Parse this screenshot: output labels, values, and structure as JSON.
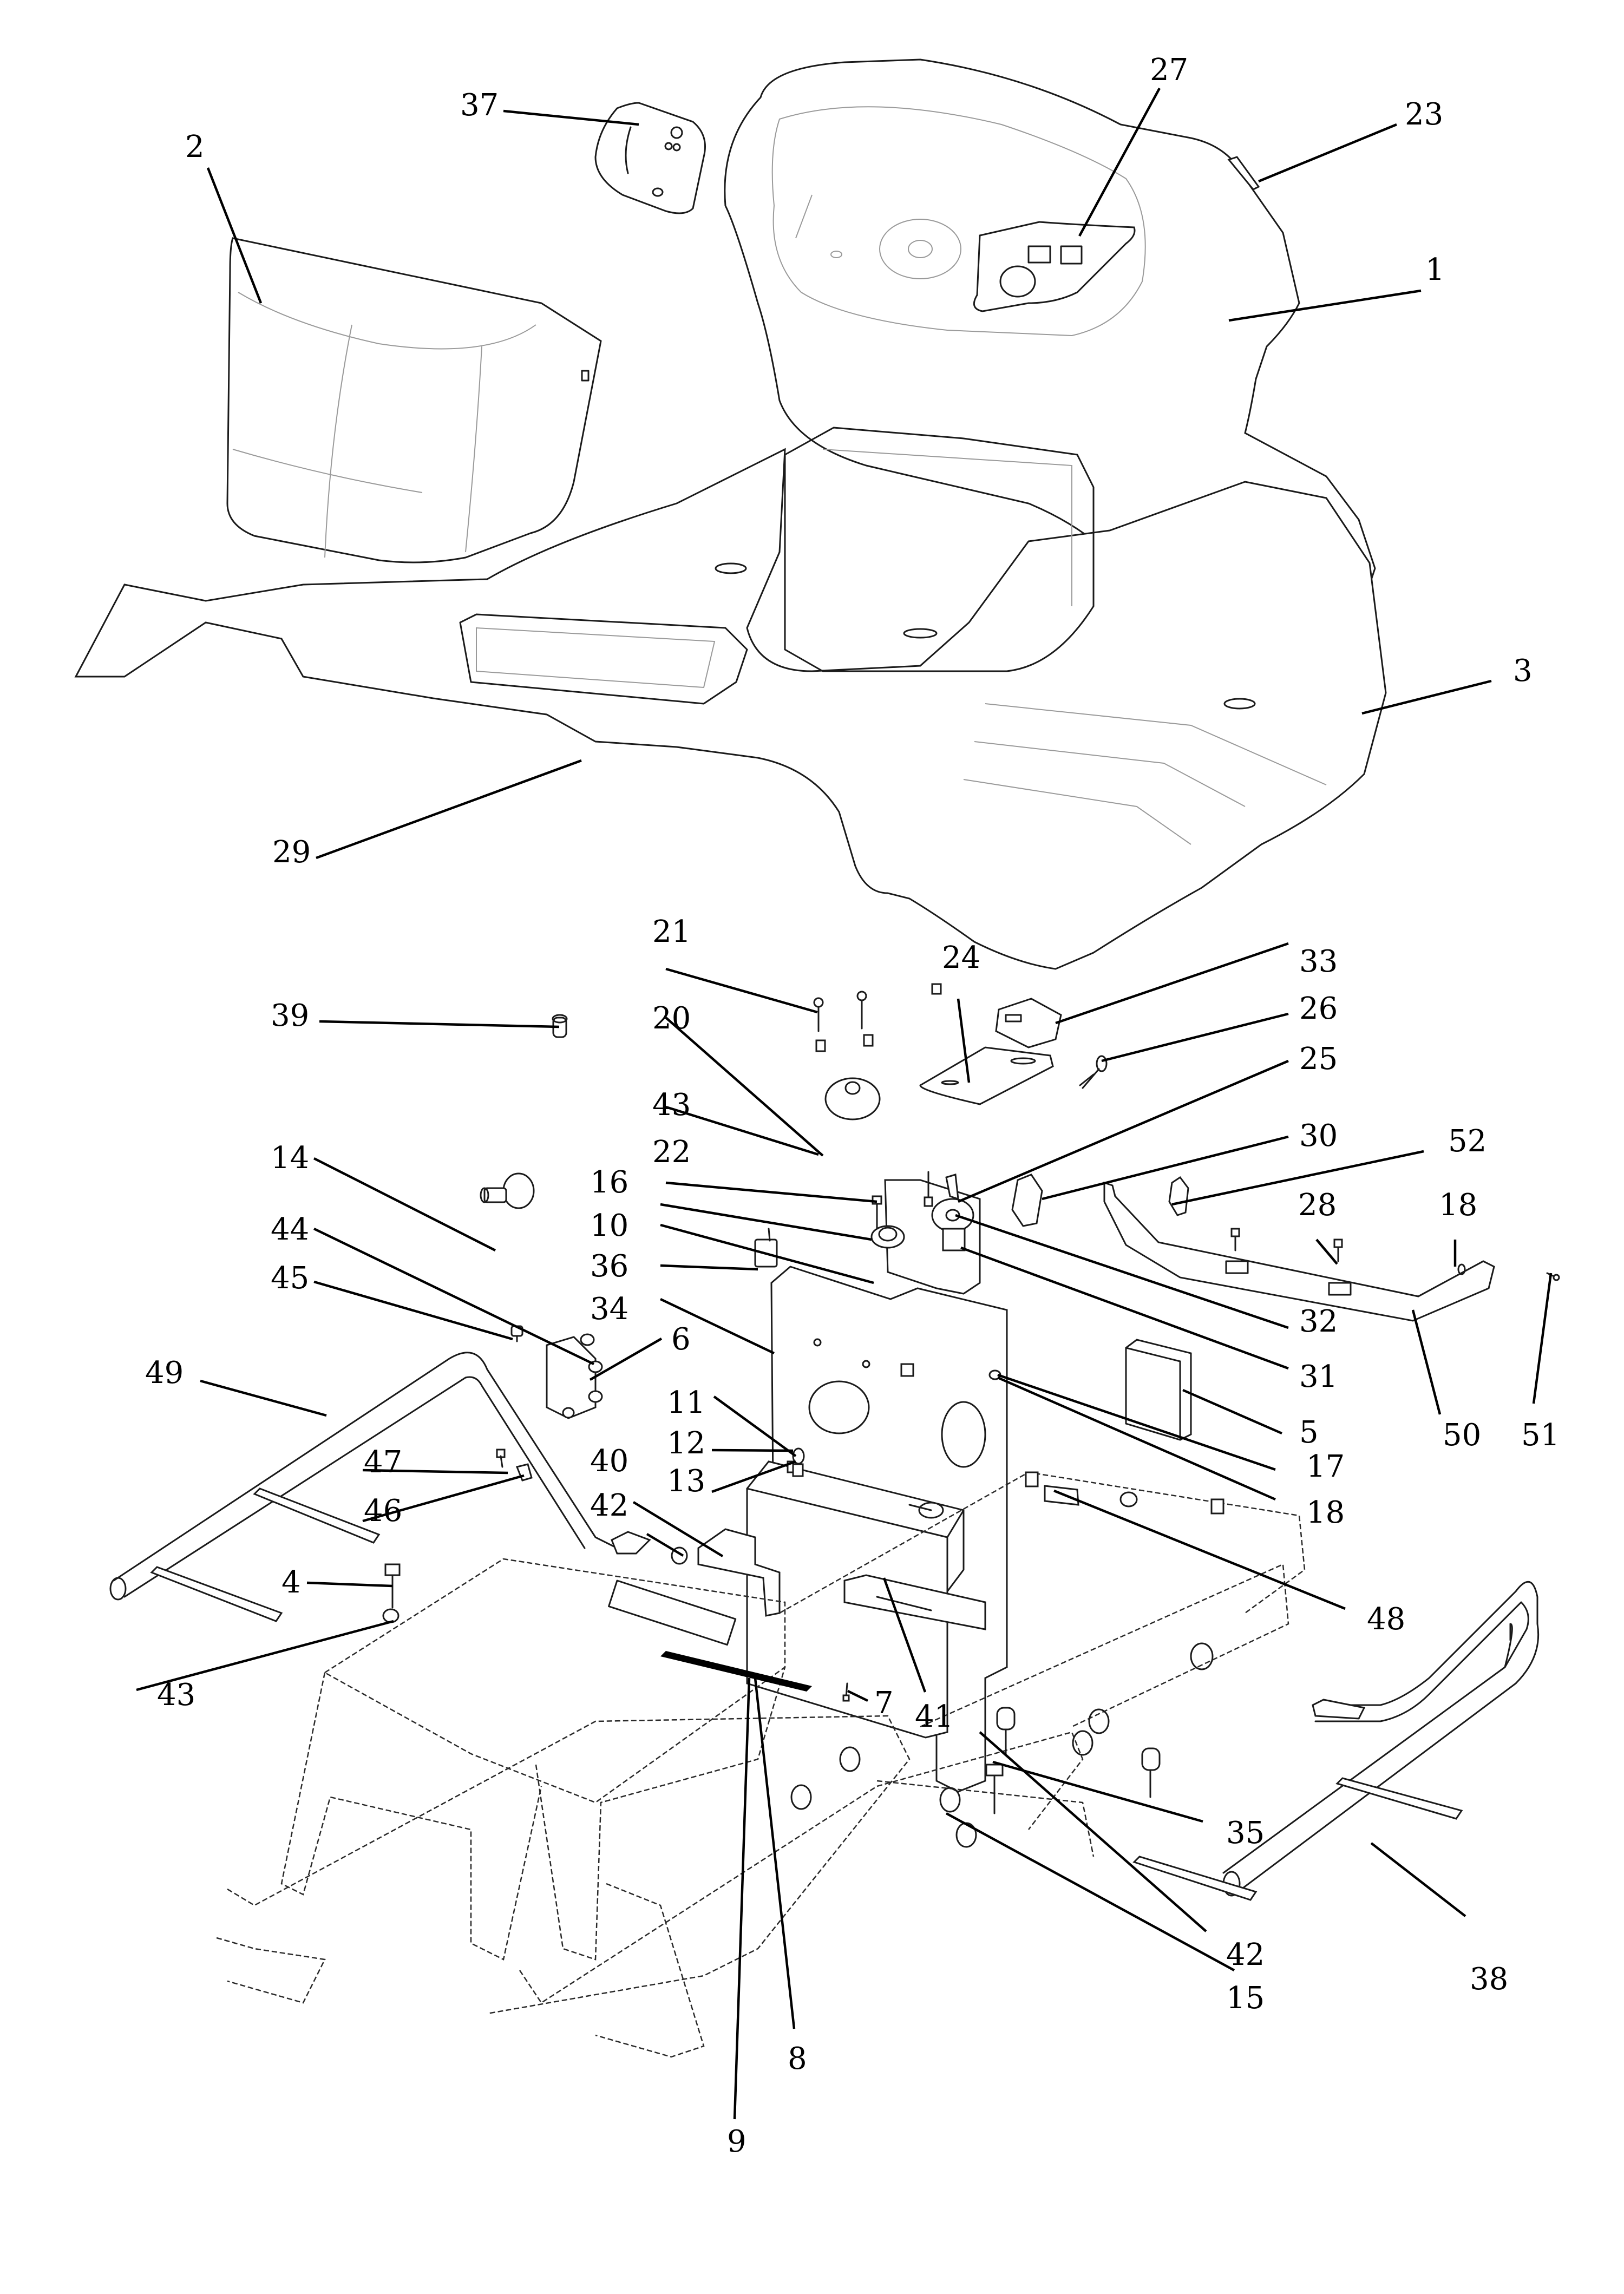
{
  "diagram": {
    "type": "exploded-parts-diagram",
    "subject": "Riding mower body, seat pan, dashboard and frame assembly",
    "callouts": [
      {
        "id": "c1",
        "label": "1"
      },
      {
        "id": "c2",
        "label": "2"
      },
      {
        "id": "c3",
        "label": "3"
      },
      {
        "id": "c4",
        "label": "4"
      },
      {
        "id": "c5",
        "label": "5"
      },
      {
        "id": "c6",
        "label": "6"
      },
      {
        "id": "c7",
        "label": "7"
      },
      {
        "id": "c8",
        "label": "8"
      },
      {
        "id": "c9",
        "label": "9"
      },
      {
        "id": "c10",
        "label": "10"
      },
      {
        "id": "c11",
        "label": "11"
      },
      {
        "id": "c12",
        "label": "12"
      },
      {
        "id": "c13",
        "label": "13"
      },
      {
        "id": "c14",
        "label": "14"
      },
      {
        "id": "c15",
        "label": "15"
      },
      {
        "id": "c16",
        "label": "16"
      },
      {
        "id": "c17",
        "label": "17"
      },
      {
        "id": "c18a",
        "label": "18"
      },
      {
        "id": "c18b",
        "label": "18"
      },
      {
        "id": "c20",
        "label": "20"
      },
      {
        "id": "c21",
        "label": "21"
      },
      {
        "id": "c22",
        "label": "22"
      },
      {
        "id": "c23",
        "label": "23"
      },
      {
        "id": "c24",
        "label": "24"
      },
      {
        "id": "c25",
        "label": "25"
      },
      {
        "id": "c26",
        "label": "26"
      },
      {
        "id": "c27",
        "label": "27"
      },
      {
        "id": "c28",
        "label": "28"
      },
      {
        "id": "c29",
        "label": "29"
      },
      {
        "id": "c30",
        "label": "30"
      },
      {
        "id": "c31",
        "label": "31"
      },
      {
        "id": "c32",
        "label": "32"
      },
      {
        "id": "c33",
        "label": "33"
      },
      {
        "id": "c34",
        "label": "34"
      },
      {
        "id": "c35",
        "label": "35"
      },
      {
        "id": "c36",
        "label": "36"
      },
      {
        "id": "c37",
        "label": "37"
      },
      {
        "id": "c38",
        "label": "38"
      },
      {
        "id": "c39",
        "label": "39"
      },
      {
        "id": "c40",
        "label": "40"
      },
      {
        "id": "c41",
        "label": "41"
      },
      {
        "id": "c42a",
        "label": "42"
      },
      {
        "id": "c42b",
        "label": "42"
      },
      {
        "id": "c43a",
        "label": "43"
      },
      {
        "id": "c43b",
        "label": "43"
      },
      {
        "id": "c44",
        "label": "44"
      },
      {
        "id": "c45",
        "label": "45"
      },
      {
        "id": "c46",
        "label": "46"
      },
      {
        "id": "c47",
        "label": "47"
      },
      {
        "id": "c48",
        "label": "48"
      },
      {
        "id": "c49",
        "label": "49"
      },
      {
        "id": "c50",
        "label": "50"
      },
      {
        "id": "c51",
        "label": "51"
      },
      {
        "id": "c52",
        "label": "52"
      }
    ]
  }
}
